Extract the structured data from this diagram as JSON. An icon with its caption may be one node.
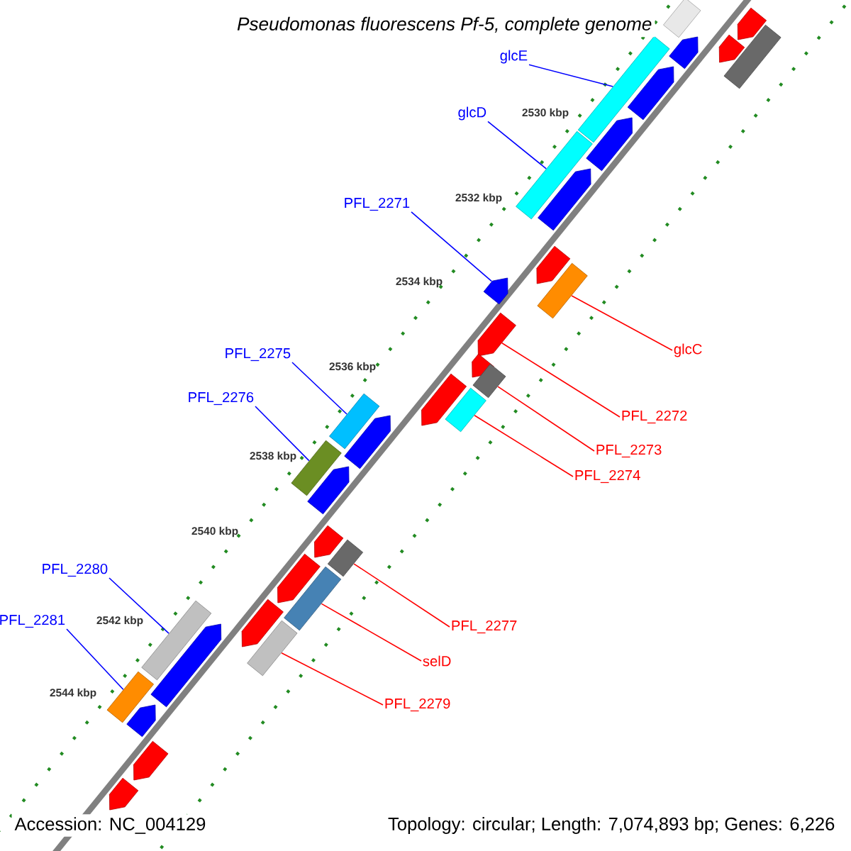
{
  "diagram": {
    "title": "Pseudomonas fluorescens Pf-5, complete genome",
    "nodes": [
      {
        "text": [
          "glcE"
        ]
      },
      {
        "text": [
          "glcD"
        ]
      },
      {
        "text": [
          "PFL_2271"
        ]
      },
      {
        "text": [
          "glcC"
        ]
      },
      {
        "text": [
          "PFL_2275"
        ]
      },
      {
        "text": [
          "PFL_2272"
        ]
      },
      {
        "text": [
          "PFL_2276"
        ]
      },
      {
        "text": [
          "PFL_2273"
        ]
      },
      {
        "text": [
          "PFL_2274"
        ]
      },
      {
        "text": [
          "PFL_2280"
        ]
      },
      {
        "text": [
          "PFL_2281"
        ]
      },
      {
        "text": [
          "PFL_2277"
        ]
      },
      {
        "text": [
          "selD"
        ]
      },
      {
        "text": [
          "PFL_2279"
        ]
      },
      {
        "text": [],
        "shape": "box"
      },
      {
        "text": [],
        "shape": "pentagon"
      },
      {
        "text": [],
        "shape": "box"
      },
      {
        "text": [],
        "shape": "pentagon"
      },
      {
        "text": [],
        "shape": "pentagon"
      },
      {
        "text": [],
        "shape": "box"
      },
      {
        "text": [],
        "shape": "pentagon"
      },
      {
        "text": [],
        "shape": "pentagon"
      },
      {
        "text": [],
        "shape": "box"
      },
      {
        "text": [],
        "shape": "pentagon"
      },
      {
        "text": [],
        "shape": "pentagon"
      },
      {
        "text": [],
        "shape": "box"
      },
      {
        "text": [],
        "shape": "pentagon"
      },
      {
        "text": [],
        "shape": "pentagon"
      },
      {
        "text": [],
        "shape": "pentagon"
      },
      {
        "text": [],
        "shape": "box"
      },
      {
        "text": [],
        "shape": "pentagon"
      },
      {
        "text": [],
        "shape": "box"
      },
      {
        "text": [],
        "shape": "box"
      },
      {
        "text": [],
        "shape": "pentagon"
      },
      {
        "text": [],
        "shape": "box"
      },
      {
        "text": [],
        "shape": "pentagon"
      },
      {
        "text": [],
        "shape": "pentagon"
      },
      {
        "text": [],
        "shape": "box"
      },
      {
        "text": [],
        "shape": "pentagon"
      },
      {
        "text": [],
        "shape": "box"
      },
      {
        "text": [],
        "shape": "pentagon"
      },
      {
        "text": [],
        "shape": "box"
      },
      {
        "text": [],
        "shape": "pentagon"
      },
      {
        "text": [],
        "shape": "box"
      },
      {
        "text": [],
        "shape": "box"
      },
      {
        "text": [],
        "shape": "pentagon"
      },
      {
        "text": [],
        "shape": "pentagon"
      },
      {
        "text": [],
        "shape": "pentagon"
      }
    ],
    "edges": [
      {
        "from": 0,
        "to": 19,
        "arrow": "none"
      },
      {
        "from": 1,
        "to": 22,
        "arrow": "none"
      },
      {
        "from": 2,
        "to": 26,
        "arrow": "none"
      },
      {
        "from": 3,
        "to": 25,
        "arrow": "none",
        "color": "#ff0000"
      },
      {
        "from": 4,
        "to": 32,
        "arrow": "none"
      },
      {
        "from": 5,
        "to": 27,
        "arrow": "none",
        "color": "#ff0000"
      },
      {
        "from": 6,
        "to": 34,
        "arrow": "none"
      },
      {
        "from": 7,
        "to": 29,
        "arrow": "none",
        "color": "#ff0000"
      },
      {
        "from": 8,
        "to": 31,
        "arrow": "none",
        "color": "#ff0000"
      },
      {
        "from": 9,
        "to": 41,
        "arrow": "none"
      },
      {
        "from": 10,
        "to": 44,
        "arrow": "none"
      },
      {
        "from": 11,
        "to": 37,
        "arrow": "none",
        "color": "#ff0000"
      },
      {
        "from": 12,
        "to": 39,
        "arrow": "none",
        "color": "#ff0000"
      },
      {
        "from": 13,
        "to": 43,
        "arrow": "none",
        "color": "#ff0000"
      }
    ],
    "labels": [
      "2530 kbp",
      "2532 kbp",
      "2534 kbp",
      "2536 kbp",
      "2538 kbp",
      "2540 kbp",
      "2542 kbp",
      "2544 kbp",
      "Accession: NC_004129",
      "Topology: circular; Length: 7,074,893 bp; Genes: 6,226"
    ]
  }
}
